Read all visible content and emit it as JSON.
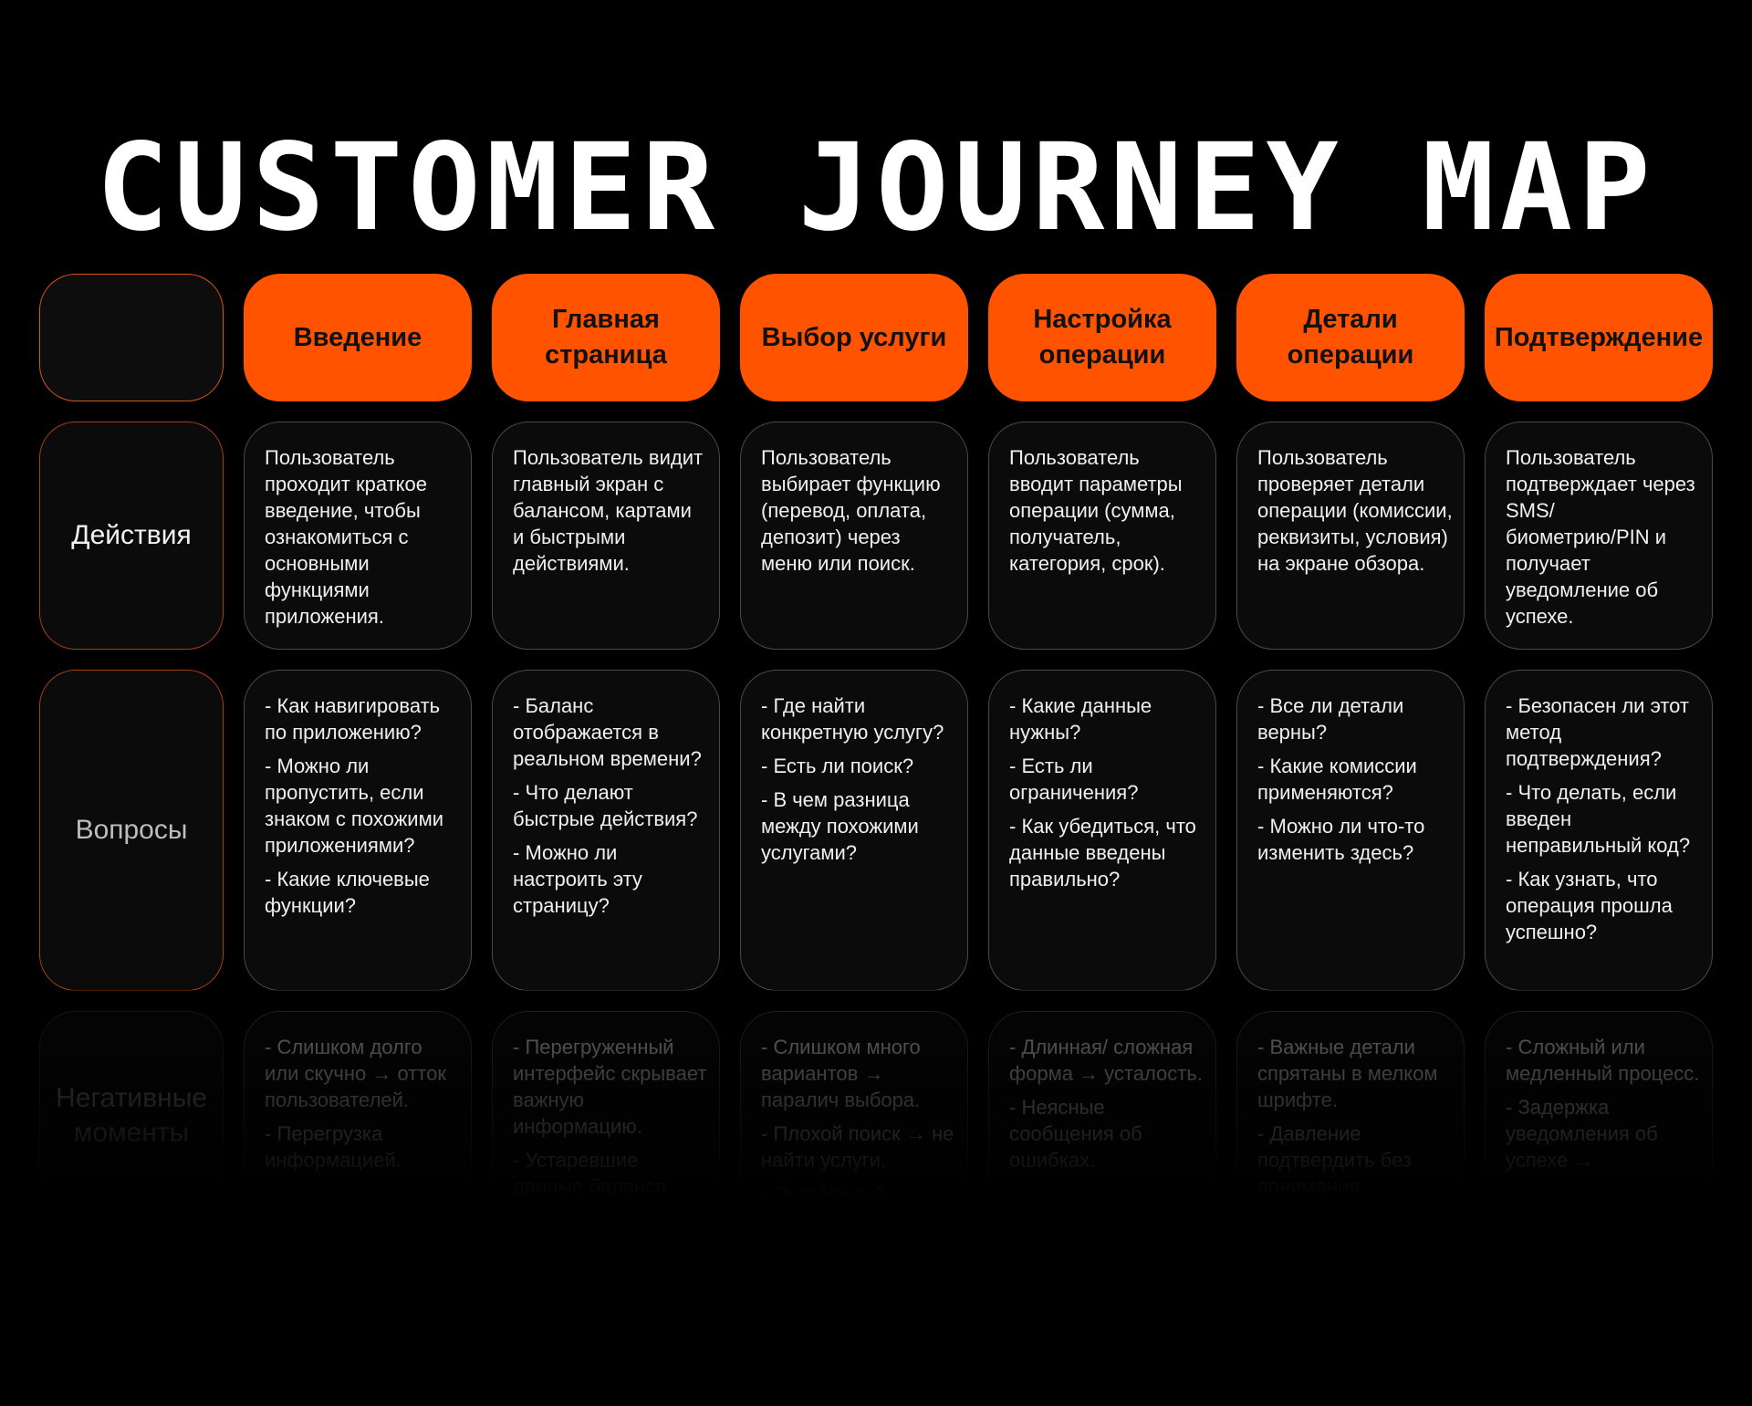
{
  "title": "CUSTOMER JOURNEY MAP",
  "colors": {
    "accent": "#ff5300",
    "background": "#000000",
    "card": "#0b0b0b",
    "card_border": "#4a4a4a"
  },
  "stages": [
    "Введение",
    "Главная страница",
    "Выбор услуги",
    "Настройка операции",
    "Детали операции",
    "Подтверждение"
  ],
  "rows": [
    {
      "label": "Действия",
      "cells": [
        [
          "Пользователь проходит краткое введение, чтобы ознакомиться с основными функциями приложения."
        ],
        [
          "Пользователь видит главный экран с балансом, картами и быстрыми действиями."
        ],
        [
          "Пользователь выбирает функцию (перевод, оплата, депозит) через меню или поиск."
        ],
        [
          "Пользователь вводит параметры операции (сумма, получатель, категория, срок)."
        ],
        [
          "Пользователь проверяет детали операции (комиссии, реквизиты, условия) на экране обзора."
        ],
        [
          "Пользователь подтверждает через SMS/ биометрию/PIN и получает уведомление об успехе."
        ]
      ]
    },
    {
      "label": "Вопросы",
      "cells": [
        [
          "- Как навигировать по приложению?",
          "- Можно ли пропустить, если знаком с похожими приложениями?",
          "- Какие ключевые функции?"
        ],
        [
          "- Баланс отображается в реальном времени?",
          "- Что делают быстрые действия?",
          "- Можно ли настроить эту страницу?"
        ],
        [
          "- Где найти конкретную услугу?",
          "- Есть ли поиск?",
          "- В чем разница между похожими услугами?"
        ],
        [
          "- Какие данные нужны?",
          "- Есть ли ограничения?",
          "- Как убедиться, что данные введены правильно?"
        ],
        [
          "- Все ли детали верны?",
          "- Какие комиссии применяются?",
          "- Можно ли что-то изменить здесь?"
        ],
        [
          "- Безопасен ли этот метод подтверждения?",
          "- Что делать, если введен неправильный код?",
          "- Как узнать, что операция прошла успешно?"
        ]
      ]
    },
    {
      "label": "Негативные моменты",
      "cells": [
        [
          "- Слишком долго или скучно → отток пользователей.",
          "- Перегрузка информацией."
        ],
        [
          "- Перегруженный интерфейс скрывает важную информацию.",
          "- Устаревшие данные баланса"
        ],
        [
          "- Слишком много вариантов → паралич выбора.",
          "- Плохой поиск → не найти услуги.",
          "- Ошибочный"
        ],
        [
          "- Длинная/ сложная форма → усталость.",
          "- Неясные сообщения об ошибках."
        ],
        [
          "- Важные детали спрятаны в мелком шрифте.",
          "- Давление подтвердить без понимания."
        ],
        [
          "- Сложный или медленный процесс.",
          "- Задержка уведомления об успехе →"
        ]
      ]
    }
  ]
}
